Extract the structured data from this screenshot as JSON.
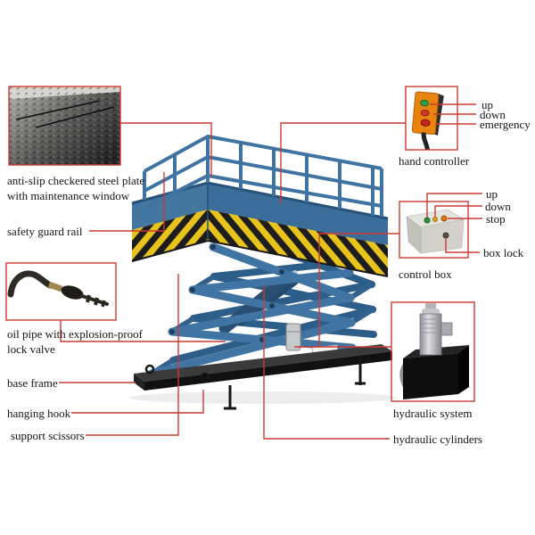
{
  "accent_color": "#cc3a32",
  "machine": {
    "name": "hydraulic scissor lift",
    "body_color": "#4075a3",
    "hazard_yellow": "#e7c31c",
    "base_color": "#1c1c1c"
  },
  "callouts": {
    "plate": {
      "line1": "anti-slip checkered steel plate",
      "line2": "with maintenance window"
    },
    "guard_rail": {
      "label": "safety guard rail"
    },
    "oil_pipe": {
      "line1": "oil pipe with explosion-proof",
      "line2": "lock valve"
    },
    "base_frame": {
      "label": "base frame"
    },
    "hanging_hook": {
      "label": "hanging hook"
    },
    "support_scissors": {
      "label": "support scissors"
    },
    "hand_controller": {
      "title": "hand controller",
      "btn_up": "up",
      "btn_down": "down",
      "btn_emergency": "emergency"
    },
    "control_box": {
      "title": "control box",
      "btn_up": "up",
      "btn_down": "down",
      "btn_stop": "stop",
      "btn_lock": "box lock"
    },
    "hydraulic_system": {
      "title": "hydraulic system"
    },
    "hydraulic_cylinders": {
      "label": "hydraulic cylinders"
    }
  }
}
